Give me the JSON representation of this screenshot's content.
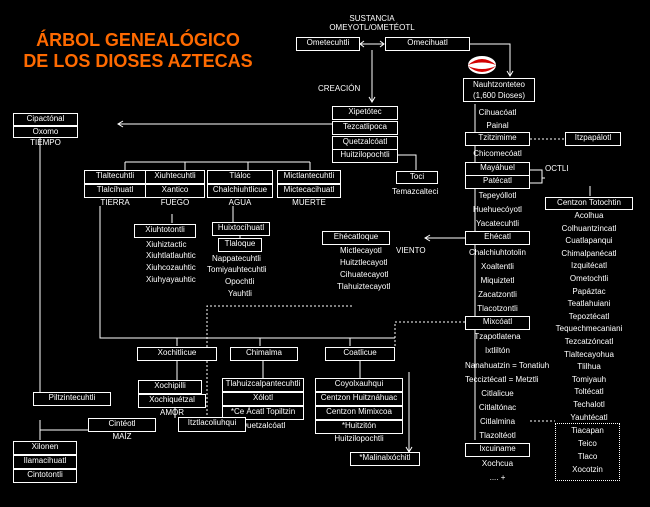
{
  "title": {
    "line1": "ÁRBOL GENEALÓGICO",
    "line2": "DE LOS DIOSES AZTECAS"
  },
  "labels": {
    "sustancia": "SUSTANCIA",
    "omeyotl": "OMEYOTL/OMETÉOTL",
    "creacion": "CREACIÓN",
    "tiempo": "TIEMPO",
    "tierra": "TIERRA",
    "fuego": "FUEGO",
    "agua": "AGUA",
    "muerte": "MUERTE",
    "viento": "VIENTO",
    "octli": "OCTLI",
    "amor": "AMOR",
    "maiz": "MAÍZ"
  },
  "top": {
    "ometecuhtli": "Ometecuhtli",
    "omecihuatl": "Omecihuatl"
  },
  "creation": [
    "Xipetótec",
    "Tezcatlipoca",
    "Quetzalcóatl",
    "Huitzilopochtli"
  ],
  "toci": {
    "toci": "Toci",
    "temazcalteci": "Temazcalteci"
  },
  "time": {
    "cipactonal": "Cipactónal",
    "oxomo": "Oxomo"
  },
  "earth": [
    "Tlaltecuhtli",
    "Tlalcíhuatl"
  ],
  "fire": [
    "Xiuhtecuhtli",
    "Xantico"
  ],
  "water": [
    "Tláloc",
    "Chalchiuhtlicue"
  ],
  "death": [
    "Mictlantecuhtli",
    "Mictecacihuatl"
  ],
  "xiuh_children": {
    "first": "Xiuhtotontli",
    "rest": [
      "Xiuhiztactic",
      "Xiuhtlatlauhtic",
      "Xiuhcozauhtic",
      "Xiuhyayauhtic"
    ]
  },
  "tlaloc_children": {
    "huixtocihuatl": "Huixtocíhuatl",
    "tlaloque": "Tlaloque",
    "rest": [
      "Nappatecuhtli",
      "Tomiyauhtecuhtli",
      "Opochtli",
      "Yauhtli"
    ]
  },
  "wind": {
    "ehecatloque": "Ehécatloque",
    "rest": [
      "Mictlecayotl",
      "Huitztlecayotl",
      "Cihuatecayotl",
      "Tlahuiztecayotl"
    ]
  },
  "mothers": {
    "xochitlicue": "Xochitlicue",
    "chimalma": "Chimalma",
    "coatlicue": "Coatlicue"
  },
  "xochi": {
    "xochipilli": "Xochipilli",
    "xochiquetzal": "Xochiquétzal",
    "piltzintecuhtli": "Piltzintecuhtli"
  },
  "centeotl": "Cintéotl",
  "maize": [
    "Xilonen",
    "Ilamacihuatl",
    "Cintotontli"
  ],
  "chimalma_kids": [
    "Tlahuizcalpantecuhtli",
    "Xólotl",
    "*Ce Ácatl Topiltzin",
    "Quetzalcóatl"
  ],
  "coatlicue_kids": [
    "Coyolxauhqui",
    "Centzon Huitznáhuac",
    "Centzon Mimixcoa",
    "*Huitzitón",
    "Huitzilopochtli"
  ],
  "iztli": "Itztlacoliuhqui",
  "malinal": "*Malinalxóchitl",
  "right_col": {
    "nauhzonteteo": [
      "Nauhtzonteteo",
      "(1,600 Dioses)"
    ],
    "items": [
      {
        "name": "Cihuacóatl",
        "box": false
      },
      {
        "name": "Painal",
        "box": false
      },
      {
        "name": "Tzitzimime",
        "box": true
      },
      {
        "name": "Chicomecóatl",
        "box": false
      },
      {
        "name": "Mayáhuel",
        "box": true
      },
      {
        "name": "Patécatl",
        "box": true
      },
      {
        "name": "Tepeyóllotl",
        "box": false
      },
      {
        "name": "Huehuecóyotl",
        "box": false
      },
      {
        "name": "Yacatecuhtli",
        "box": false
      },
      {
        "name": "Ehécatl",
        "box": true
      },
      {
        "name": "Chalchiuhtotolin",
        "box": false
      },
      {
        "name": "Xoaltentli",
        "box": false
      },
      {
        "name": "Miquiztetl",
        "box": false
      },
      {
        "name": "Zacatzontli",
        "box": false
      },
      {
        "name": "Tlacotzontli",
        "box": false
      },
      {
        "name": "Mixcóatl",
        "box": true
      },
      {
        "name": "Tzapotlatena",
        "box": false
      },
      {
        "name": "Ixtliltón",
        "box": false
      },
      {
        "name": "Nanahuatzin = Tonatiuh",
        "box": false
      },
      {
        "name": "Tecciztécatl = Metztli",
        "box": false
      },
      {
        "name": "Citlalicue",
        "box": false
      },
      {
        "name": "Citlaltónac",
        "box": false
      },
      {
        "name": "Citlalmina",
        "box": false
      },
      {
        "name": "Tlazoltéotl",
        "box": false
      },
      {
        "name": "Ixcuiname",
        "box": true
      },
      {
        "name": "Xochcua",
        "box": false
      },
      {
        "name": ".... +",
        "box": false
      }
    ],
    "itzpapalotl": "Itzpapálotl",
    "tlazol_group": [
      "Tiacapan",
      "Teico",
      "Tlaco",
      "Xocotzin"
    ]
  },
  "octli": {
    "header": "Centzon Totochtin",
    "members": [
      "Acolhua",
      "Colhuantzincatl",
      "Cuatlapanqui",
      "Chimalpanécatl",
      "Izquitécatl",
      "Ometochtli",
      "Papáztac",
      "Teatlahuiani",
      "Tepoztécatl",
      "Tequechmecaniani",
      "Tezcatzóncatl",
      "Tlaltecayohua",
      "Tlilhua",
      "Tomiyauh",
      "Toltécatl",
      "Techalotl",
      "Yauhtécatl"
    ]
  }
}
